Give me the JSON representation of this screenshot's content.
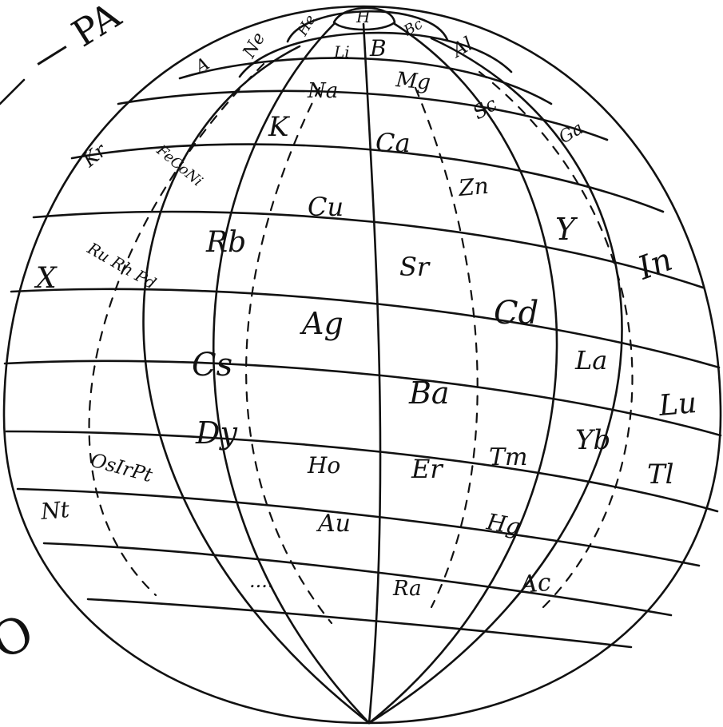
{
  "title_fragment": "— PA",
  "bottom_fragment": "O",
  "ink_color": "#111111",
  "background": "#ffffff",
  "elements": [
    {
      "id": "H",
      "text": "H"
    },
    {
      "id": "He",
      "text": "He"
    },
    {
      "id": "Li",
      "text": "Li"
    },
    {
      "id": "Be",
      "text": "B"
    },
    {
      "id": "Bc",
      "text": "Bc"
    },
    {
      "id": "A",
      "text": "A"
    },
    {
      "id": "Ne",
      "text": "Ne"
    },
    {
      "id": "Na",
      "text": "Na"
    },
    {
      "id": "Mg",
      "text": "Mg"
    },
    {
      "id": "Al",
      "text": "Al"
    },
    {
      "id": "K",
      "text": "K"
    },
    {
      "id": "Ca",
      "text": "Ca"
    },
    {
      "id": "Sc",
      "text": "Sc"
    },
    {
      "id": "Kr",
      "text": "Kr"
    },
    {
      "id": "FeCoNi",
      "text": "FeCoNi"
    },
    {
      "id": "Cu",
      "text": "Cu"
    },
    {
      "id": "Zn",
      "text": "Zn"
    },
    {
      "id": "Ga",
      "text": "Ga"
    },
    {
      "id": "Rb",
      "text": "Rb"
    },
    {
      "id": "Y",
      "text": "Y"
    },
    {
      "id": "In",
      "text": "In"
    },
    {
      "id": "X",
      "text": "X"
    },
    {
      "id": "RuRhPd",
      "text": "Ru Rh Pd"
    },
    {
      "id": "Sr",
      "text": "Sr"
    },
    {
      "id": "Ag",
      "text": "Ag"
    },
    {
      "id": "Cd",
      "text": "Cd"
    },
    {
      "id": "Cs",
      "text": "Cs"
    },
    {
      "id": "La",
      "text": "La"
    },
    {
      "id": "Ba",
      "text": "Ba"
    },
    {
      "id": "Lu",
      "text": "Lu"
    },
    {
      "id": "Dy",
      "text": "Dy"
    },
    {
      "id": "Yb",
      "text": "Yb"
    },
    {
      "id": "OsIrPt",
      "text": "OsIrPt"
    },
    {
      "id": "Ho",
      "text": "Ho"
    },
    {
      "id": "Er",
      "text": "Er"
    },
    {
      "id": "Tm",
      "text": "Tm"
    },
    {
      "id": "Tl",
      "text": "Tl"
    },
    {
      "id": "Nt",
      "text": "Nt"
    },
    {
      "id": "Au",
      "text": "Au"
    },
    {
      "id": "Hg",
      "text": "Hg"
    },
    {
      "id": "Ellipsis",
      "text": "...."
    },
    {
      "id": "Ra",
      "text": "Ra"
    },
    {
      "id": "Ac",
      "text": "Ac"
    }
  ]
}
